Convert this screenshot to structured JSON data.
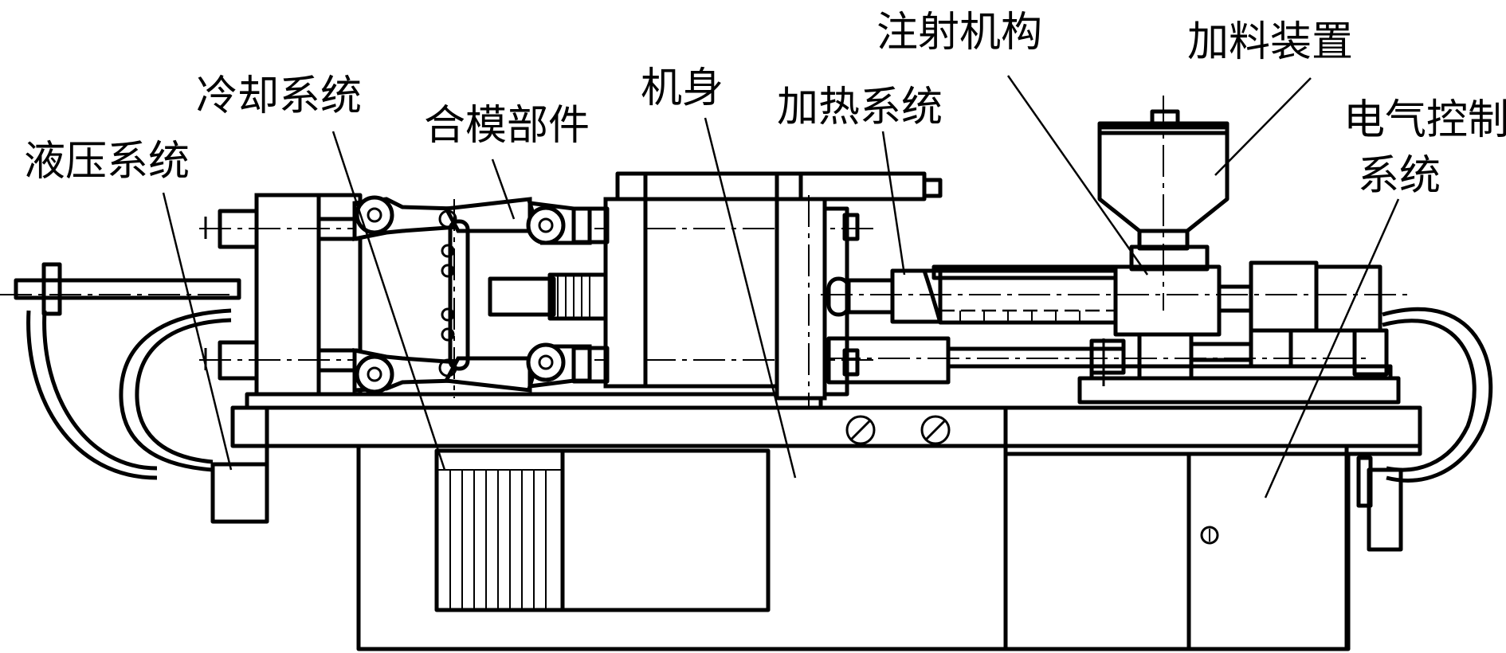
{
  "labels": {
    "hydraulic": "液压系统",
    "cooling": "冷却系统",
    "clamping": "合模部件",
    "body": "机身",
    "heating": "加热系统",
    "injection": "注射机构",
    "feeding": "加料装置",
    "electric_line1": "电气控制",
    "electric_line2": "系统"
  },
  "colors": {
    "line": "#000000",
    "background": "#ffffff"
  }
}
